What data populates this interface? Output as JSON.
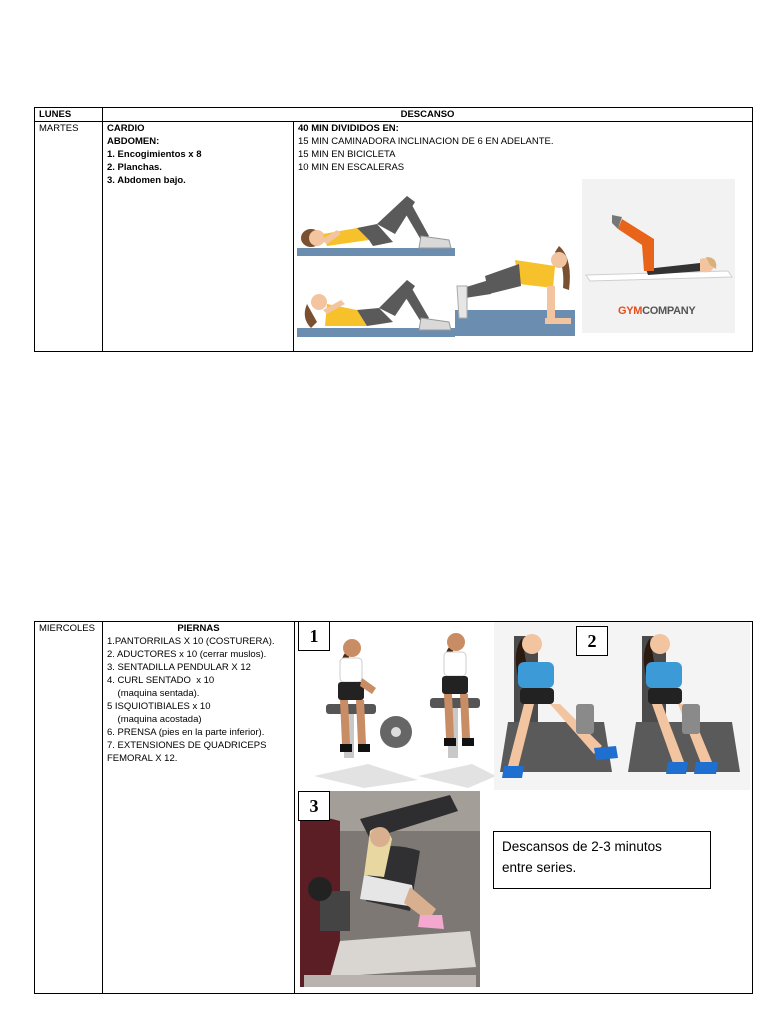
{
  "week_table_1": {
    "monday": {
      "day": "LUNES",
      "activity": "DESCANSO"
    },
    "tuesday": {
      "day": "MARTES",
      "col2": [
        "CARDIO",
        "ABDOMEN:",
        "1. Encogimientos x 8",
        "2. Planchas.",
        "3. Abdomen bajo."
      ],
      "col3": [
        "40 MIN DIVIDIDOS EN:",
        "15 MIN CAMINADORA INCLINACION DE 6 EN ADELANTE.",
        "15 MIN EN BICICLETA",
        "10 MIN EN ESCALERAS"
      ],
      "brand": {
        "accent": "GYM",
        "rest": "COMPANY"
      }
    }
  },
  "week_table_2": {
    "wednesday": {
      "day": "MIERCOLES",
      "heading": "PIERNAS",
      "items": [
        "1.PANTORRILAS X 10 (COSTURERA).",
        "2. ADUCTORES x 10 (cerrar muslos).",
        "3. SENTADILLA PENDULAR X 12",
        "4. CURL SENTADO  x 10",
        "    (maquina sentada).",
        "5 ISQUIOTIBIALES x 10",
        "    (maquina acostada)",
        "6. PRENSA (pies en la parte inferior).",
        "7. EXTENSIONES DE QUADRICEPS",
        "FEMORAL X 12."
      ],
      "figure_labels": [
        "1",
        "2",
        "3"
      ],
      "note": [
        "Descansos de 2-3 minutos",
        "entre series."
      ]
    }
  },
  "colors": {
    "skin": "#f2c4a0",
    "top_yellow": "#f6c12a",
    "pants_gray": "#5a5a5a",
    "mat_blue": "#6a8db0",
    "brand_orange": "#e84e1b",
    "tank_blue": "#3c9ad6"
  }
}
